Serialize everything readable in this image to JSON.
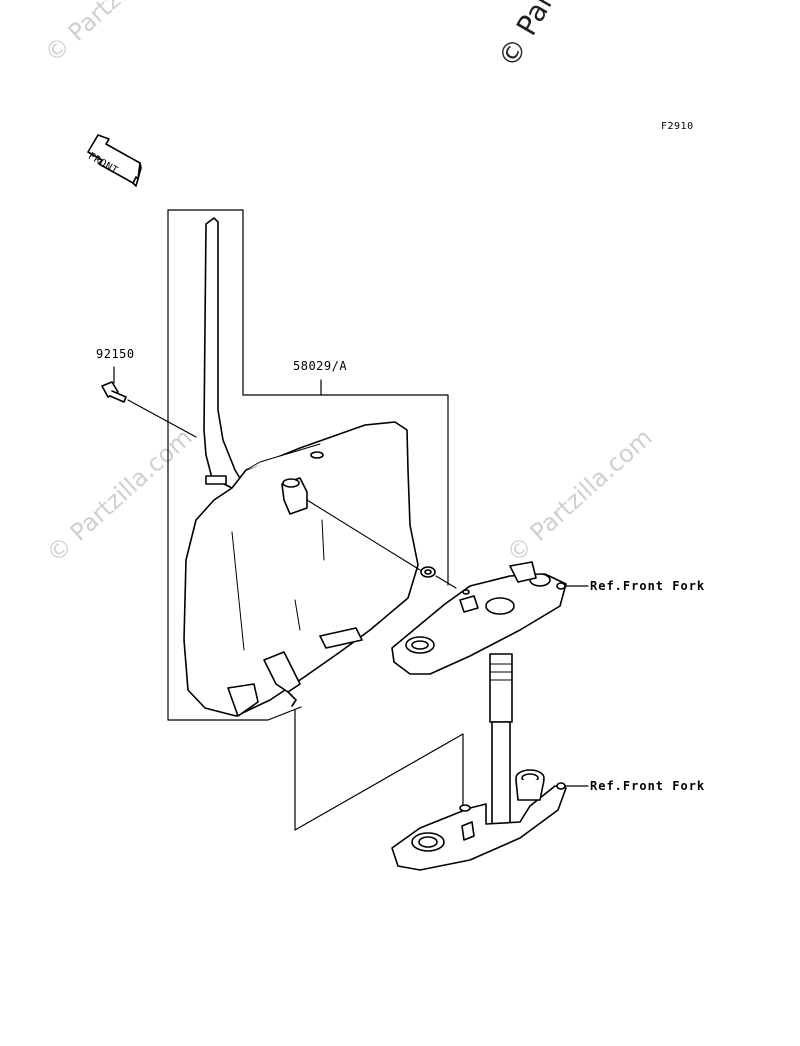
{
  "figure_code": "F2910",
  "front_indicator": "FRONT",
  "parts": {
    "bolt": "92150",
    "number_plate": "58029/A"
  },
  "references": {
    "upper": "Ref.Front Fork",
    "lower": "Ref.Front Fork"
  },
  "watermark": "© Partzilla.com"
}
